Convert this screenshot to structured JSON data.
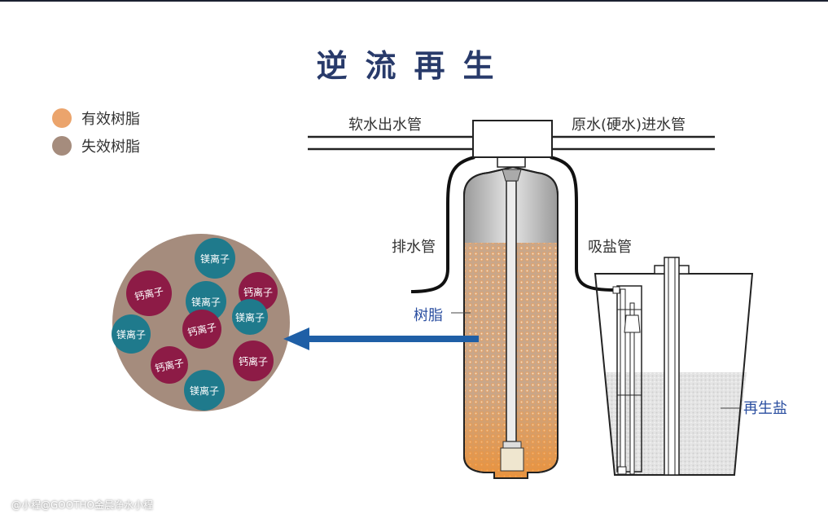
{
  "title": "逆流再生",
  "legend": [
    {
      "label": "有效树脂",
      "color": "#eba46c"
    },
    {
      "label": "失效树脂",
      "color": "#a58c7d"
    }
  ],
  "labels": {
    "soft_water_outlet": "软水出水管",
    "raw_water_inlet": "原水(硬水)进水管",
    "drain_pipe": "排水管",
    "brine_pipe": "吸盐管",
    "resin": "树脂",
    "regen_salt": "再生盐"
  },
  "ions": [
    {
      "label": "镁离子",
      "type": "magnesium"
    },
    {
      "label": "钙离子",
      "type": "calcium"
    },
    {
      "label": "钙离子",
      "type": "calcium"
    },
    {
      "label": "镁离子",
      "type": "magnesium"
    },
    {
      "label": "钙离子",
      "type": "calcium"
    },
    {
      "label": "镁离子",
      "type": "magnesium"
    },
    {
      "label": "镁离子",
      "type": "magnesium"
    },
    {
      "label": "钙离子",
      "type": "calcium"
    },
    {
      "label": "钙离子",
      "type": "calcium"
    },
    {
      "label": "镁离子",
      "type": "magnesium"
    }
  ],
  "colors": {
    "title": "#283a6a",
    "calcium": "#8d1b46",
    "magnesium": "#1f7a8c",
    "resin_bg": "#a58c7d",
    "arrow": "#1f5fa6"
  },
  "watermark": "@小程@GOOTHO金晨净水小程"
}
